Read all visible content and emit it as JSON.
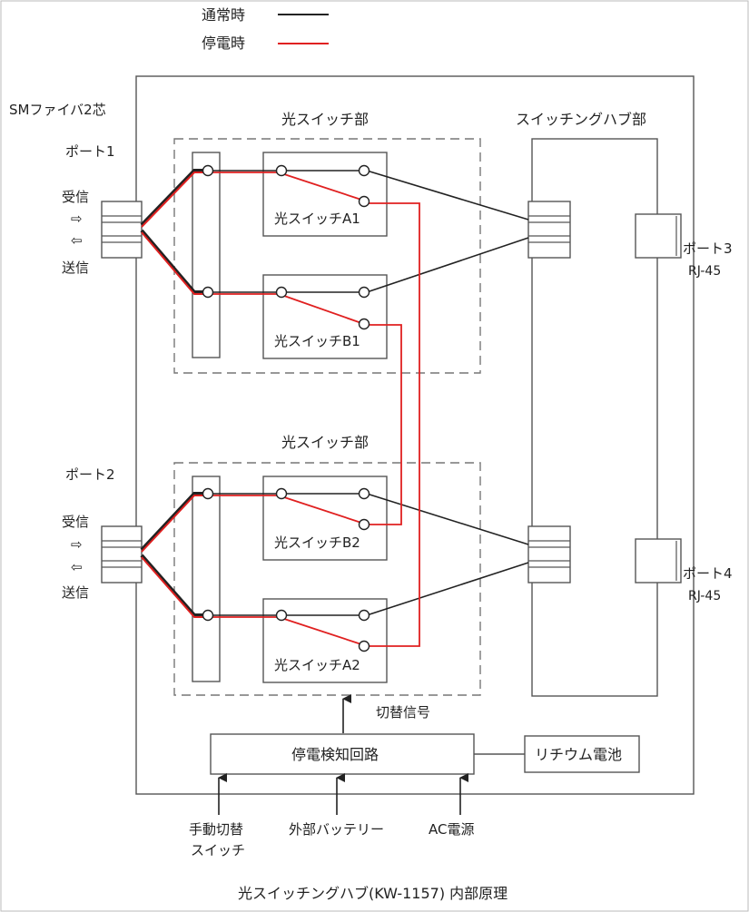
{
  "legend": {
    "normal_label": "通常時",
    "outage_label": "停電時",
    "normal_color": "#222222",
    "outage_color": "#e02020"
  },
  "fiber_label": "SMファイバ2芯",
  "port1": {
    "label": "ポート1",
    "rx": "受信",
    "tx": "送信"
  },
  "port2": {
    "label": "ポート2",
    "rx": "受信",
    "tx": "送信"
  },
  "optical_switch_section_top": {
    "title": "光スイッチ部",
    "switch_a": "光スイッチA1",
    "switch_b": "光スイッチB1"
  },
  "optical_switch_section_bottom": {
    "title": "光スイッチ部",
    "switch_a": "光スイッチB2",
    "switch_b": "光スイッチA2"
  },
  "switching_hub": {
    "title": "スイッチングハブ部"
  },
  "port3": {
    "label": "ポート3",
    "type": "RJ-45"
  },
  "port4": {
    "label": "ポート4",
    "type": "RJ-45"
  },
  "switch_signal_label": "切替信号",
  "power_detect_label": "停電検知回路",
  "battery_label": "リチウム電池",
  "inputs": {
    "manual_line1": "手動切替",
    "manual_line2": "スイッチ",
    "external_battery": "外部バッテリー",
    "ac_power": "AC電源"
  },
  "caption": "光スイッチングハブ(KW-1157) 内部原理"
}
